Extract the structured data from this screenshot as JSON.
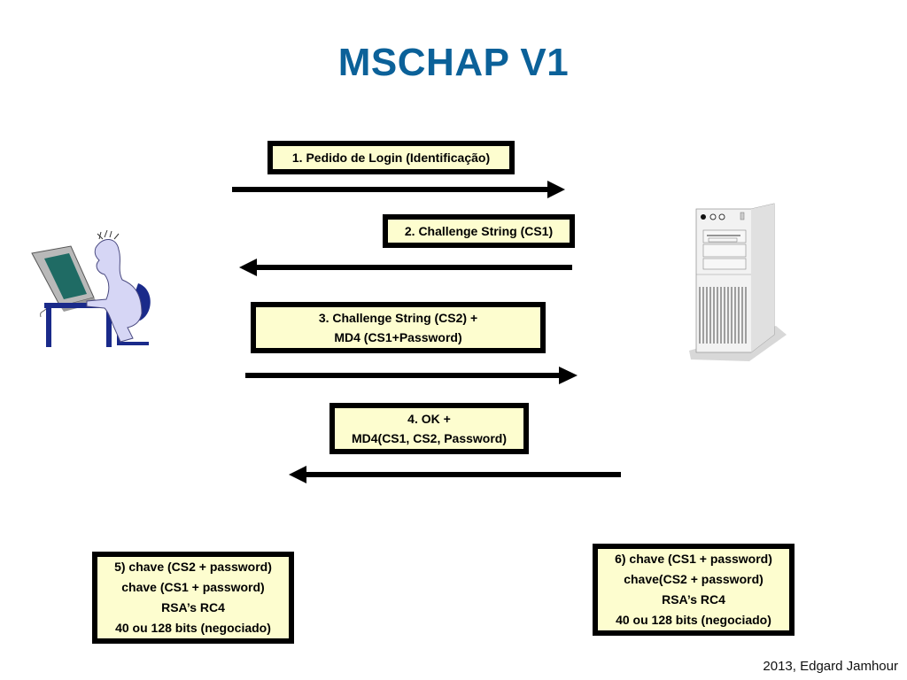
{
  "title": "MSCHAP V1",
  "footer": "2013, Edgard Jamhour",
  "colors": {
    "title": "#0b6199",
    "box_fill": "#fdfdcf",
    "box_border": "#000000",
    "arrow": "#000000"
  },
  "participants": {
    "client": {
      "icon": "user-at-computer-icon"
    },
    "server": {
      "icon": "server-tower-icon"
    }
  },
  "messages": [
    {
      "step": 1,
      "direction": "client-to-server",
      "lines": [
        "1. Pedido de Login (Identificação)"
      ]
    },
    {
      "step": 2,
      "direction": "server-to-client",
      "lines": [
        "2. Challenge String (CS1)"
      ]
    },
    {
      "step": 3,
      "direction": "client-to-server",
      "lines": [
        "3. Challenge String (CS2) +",
        "MD4 (CS1+Password)"
      ]
    },
    {
      "step": 4,
      "direction": "server-to-client",
      "lines": [
        "4. OK +",
        "MD4(CS1, CS2, Password)"
      ]
    }
  ],
  "notes": {
    "client": [
      "5) chave (CS2 + password)",
      "chave (CS1 + password)",
      "RSA’s RC4",
      "40 ou 128 bits (negociado)"
    ],
    "server": [
      "6) chave (CS1 + password)",
      "chave(CS2 + password)",
      "RSA’s RC4",
      "40 ou 128 bits (negociado)"
    ]
  }
}
